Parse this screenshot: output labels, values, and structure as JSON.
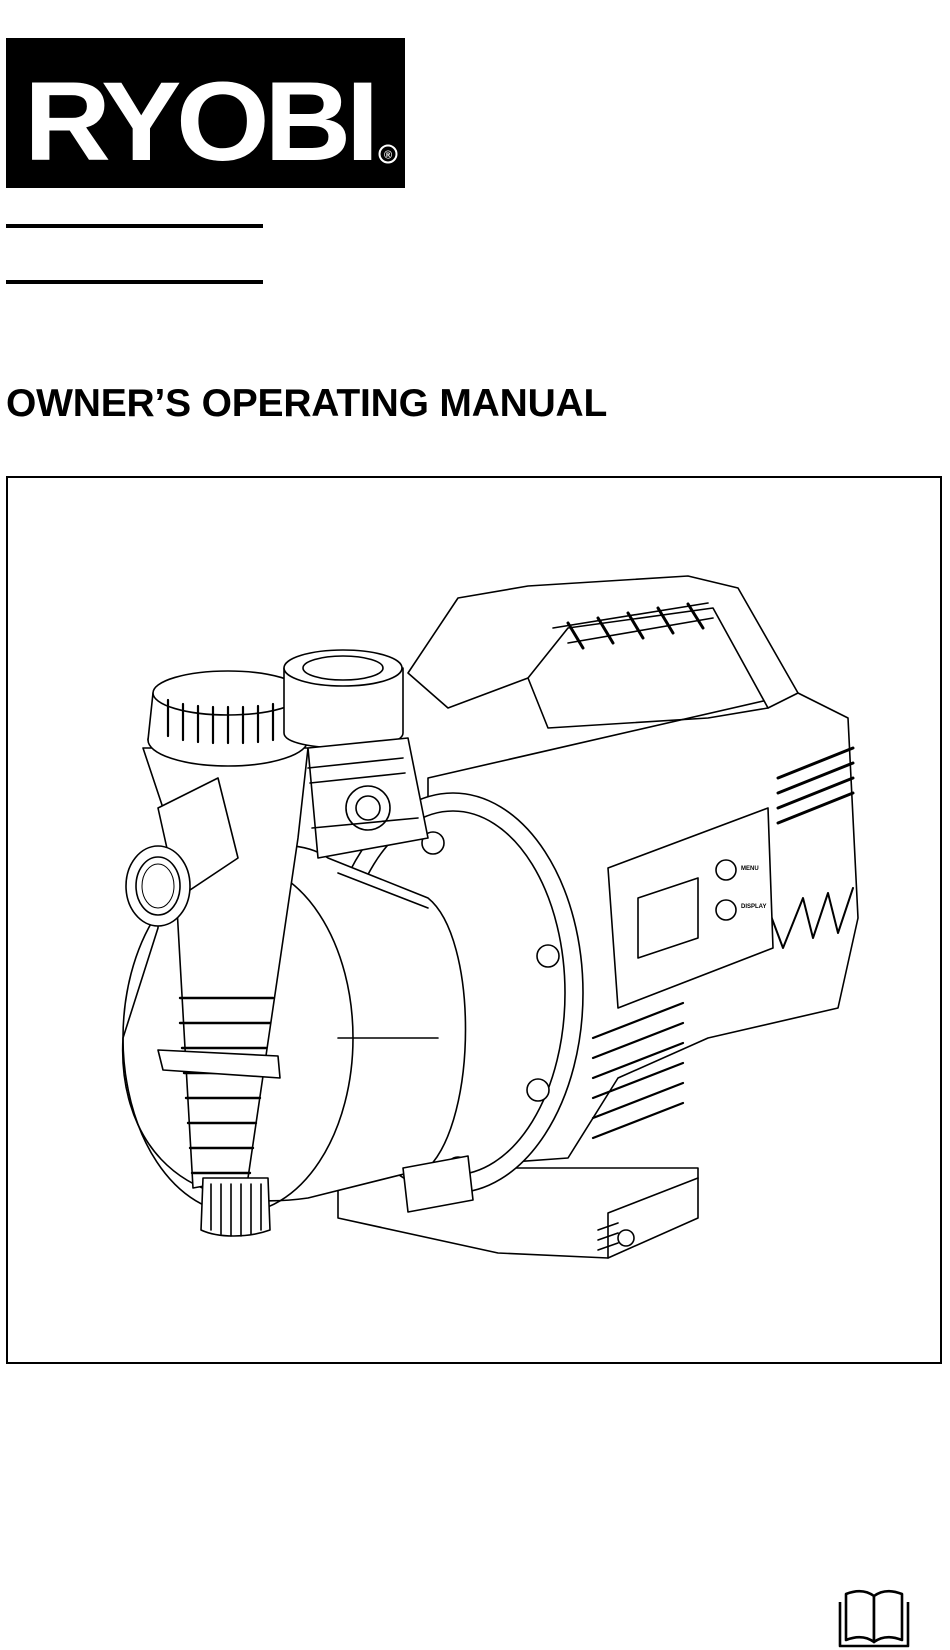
{
  "brand": {
    "logo_text": "RYOBI",
    "registered_mark": "®"
  },
  "document": {
    "title": "OWNER’S OPERATING MANUAL"
  },
  "product_panel": {
    "button_labels": [
      "MENU",
      "DISPLAY"
    ]
  },
  "icons": {
    "manual": "open-book-icon"
  },
  "colors": {
    "ink": "#000000",
    "paper": "#ffffff",
    "logo_bg": "#000000",
    "logo_text": "#ffffff"
  }
}
